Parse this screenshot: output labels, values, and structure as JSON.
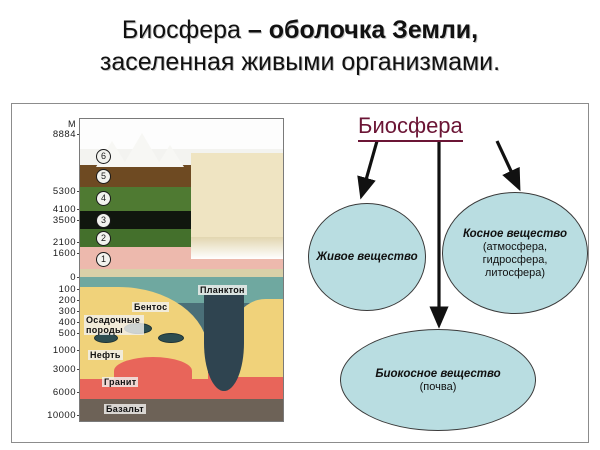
{
  "slide": {
    "title_line1_plain": "Биосфера ",
    "title_line1_strong": "– оболочка Земли,",
    "title_line2": "заселенная живыми организмами."
  },
  "illustration": {
    "unit_label": "М",
    "altitude_ticks": [
      "8884",
      "5300",
      "4100",
      "3500",
      "2100",
      "1600",
      "0"
    ],
    "depth_ticks": [
      "100",
      "200",
      "300",
      "400",
      "500",
      "1000",
      "3000",
      "6000",
      "10000"
    ],
    "zone_numbers": [
      "6",
      "5",
      "4",
      "3",
      "2",
      "1"
    ],
    "labels": {
      "plankton": "Планктон",
      "benthos": "Бентос",
      "sedimentary_rocks": "Осадочные породы",
      "oil": "Нефть",
      "granite": "Гранит",
      "basalt": "Базальт"
    }
  },
  "diagram": {
    "title": "Биосфера",
    "title_color": "#6b1535",
    "node_fill": "#b9dde1",
    "nodes": [
      {
        "id": "living",
        "head": "Живое вещество",
        "sub": ""
      },
      {
        "id": "inert",
        "head": "Косное вещество",
        "sub_line1": "(атмосфера,",
        "sub_line2": "гидросфера,",
        "sub_line3": "литосфера)"
      },
      {
        "id": "bioinert",
        "head": "Биокосное вещество",
        "sub": "(почва)"
      }
    ]
  }
}
